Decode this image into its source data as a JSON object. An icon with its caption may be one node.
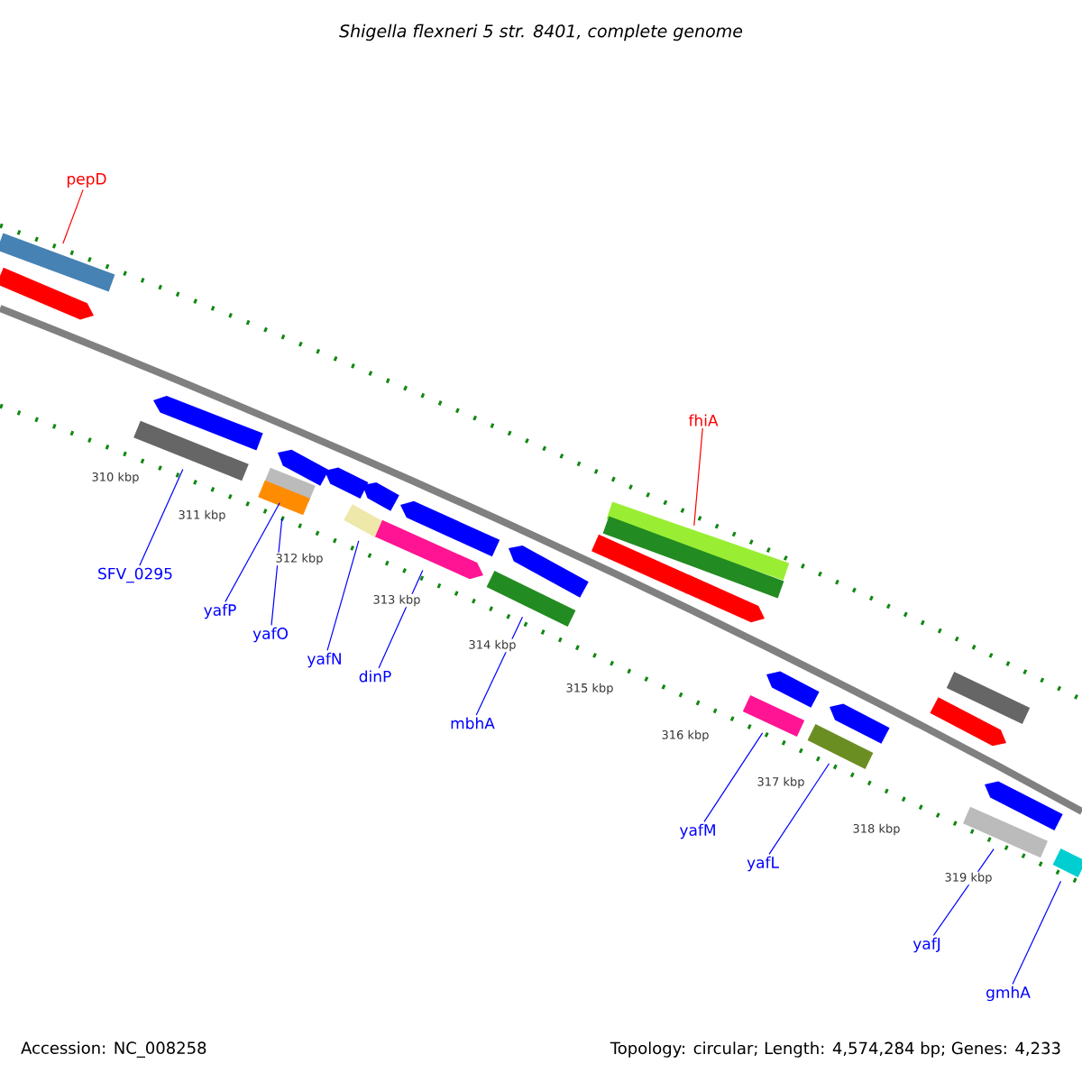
{
  "diagram": {
    "title": "Shigella flexneri 5 str. 8401, complete genome",
    "nodes": [
      {
        "text": [
          "pepD"
        ]
      },
      {
        "text": [],
        "shape": "bar"
      },
      {
        "text": [
          "fhiA"
        ]
      },
      {
        "text": [],
        "shape": "bar"
      },
      {
        "text": [
          "SFV_0295"
        ]
      },
      {
        "text": [],
        "shape": "bar"
      },
      {
        "text": [
          "yafP"
        ]
      },
      {
        "text": [],
        "shape": "bar"
      },
      {
        "text": [
          "yafO"
        ]
      },
      {
        "text": [],
        "shape": "bar"
      },
      {
        "text": [
          "yafN"
        ]
      },
      {
        "text": [],
        "shape": "bar"
      },
      {
        "text": [
          "dinP"
        ]
      },
      {
        "text": [],
        "shape": "bar"
      },
      {
        "text": [
          "mbhA"
        ]
      },
      {
        "text": [],
        "shape": "bar"
      },
      {
        "text": [
          "yafM"
        ]
      },
      {
        "text": [],
        "shape": "bar"
      },
      {
        "text": [
          "yafL"
        ]
      },
      {
        "text": [],
        "shape": "bar"
      },
      {
        "text": [
          "yafJ"
        ]
      },
      {
        "text": [],
        "shape": "bar"
      },
      {
        "text": [
          "gmhA"
        ]
      },
      {
        "text": [],
        "shape": "bar"
      }
    ],
    "edges": [
      {
        "from": 0,
        "to": 1,
        "arrow": "none",
        "color": "#ff0000"
      },
      {
        "from": 2,
        "to": 3,
        "arrow": "none",
        "color": "#ff0000"
      },
      {
        "from": 4,
        "to": 5,
        "arrow": "none"
      },
      {
        "from": 6,
        "to": 7,
        "arrow": "none"
      },
      {
        "from": 8,
        "to": 9,
        "arrow": "none"
      },
      {
        "from": 10,
        "to": 11,
        "arrow": "none"
      },
      {
        "from": 12,
        "to": 13,
        "arrow": "none"
      },
      {
        "from": 14,
        "to": 15,
        "arrow": "none"
      },
      {
        "from": 16,
        "to": 17,
        "arrow": "none"
      },
      {
        "from": 18,
        "to": 19,
        "arrow": "none"
      },
      {
        "from": 20,
        "to": 21,
        "arrow": "none"
      },
      {
        "from": 22,
        "to": 23,
        "arrow": "none"
      }
    ],
    "labels": [
      "310 kbp",
      "311 kbp",
      "312 kbp",
      "313 kbp",
      "314 kbp",
      "315 kbp",
      "316 kbp",
      "317 kbp",
      "318 kbp",
      "319 kbp",
      "Accession: NC_008258",
      "Topology: circular; Length: 4,574,284 bp; Genes: 4,233"
    ]
  }
}
